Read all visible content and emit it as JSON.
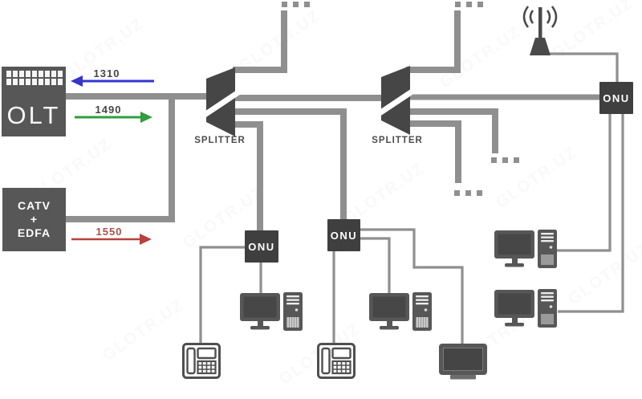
{
  "watermark": "GLOTR.UZ",
  "colors": {
    "wire": "#8f8f8f",
    "device": "#575757",
    "node": "#3f3f3f",
    "splitter": "#464646"
  },
  "olt": {
    "label": "OLT"
  },
  "catv_edfa": {
    "line1": "CATV",
    "line2": "+",
    "line3": "EDFA"
  },
  "splitter1": {
    "label": "SPLITTER"
  },
  "splitter2": {
    "label": "SPLITTER"
  },
  "onu1": {
    "label": "ONU"
  },
  "onu2": {
    "label": "ONU"
  },
  "onu3": {
    "label": "ONU"
  },
  "wavelengths": {
    "w1310": {
      "label": "1310",
      "color": "#3534d0",
      "direction": "left"
    },
    "w1490": {
      "label": "1490",
      "color": "#2f9e3c",
      "direction": "right"
    },
    "w1550": {
      "label": "1550",
      "color": "#b8413b",
      "direction": "right"
    }
  },
  "icons": {
    "antenna": "antenna-icon",
    "splitter": "splitter-icon",
    "computer": "desktop-computer-icon",
    "telephone": "telephone-icon",
    "tv": "tv-icon",
    "dots": "ellipsis-dots"
  }
}
